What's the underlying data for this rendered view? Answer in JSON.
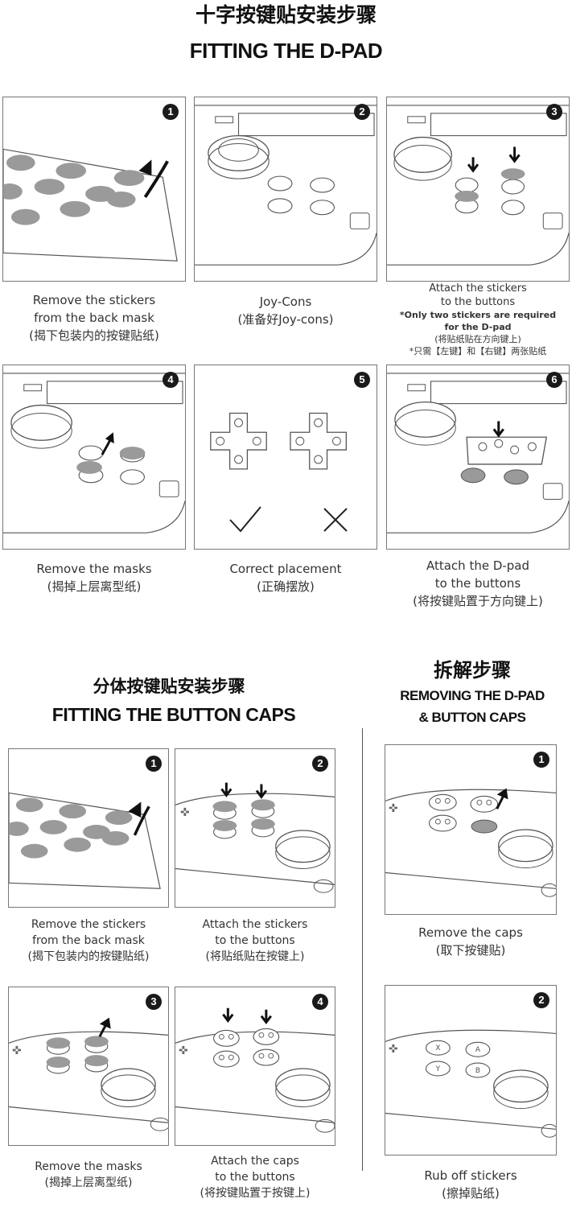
{
  "dpad_section": {
    "title_cn": "十字按键贴安装步骤",
    "title_en": "FITTING THE D-PAD",
    "steps": [
      {
        "num": "1",
        "lines": [
          "Remove the stickers",
          "from the back mask",
          "(揭下包装内的按键贴纸)"
        ]
      },
      {
        "num": "2",
        "lines": [
          "Joy-Cons",
          "(准备好Joy-cons)"
        ]
      },
      {
        "num": "3",
        "lines": [
          "Attach the stickers",
          "to the buttons"
        ],
        "note_bold": [
          "*Only two stickers are required",
          "for the D-pad"
        ],
        "note_cn": [
          "(将贴纸贴在方向键上)",
          "*只需【左键】和【右键】两张贴纸"
        ]
      },
      {
        "num": "4",
        "lines": [
          "Remove the masks",
          "(揭掉上层离型纸)"
        ]
      },
      {
        "num": "5",
        "lines": [
          "Correct placement",
          "(正确摆放)"
        ],
        "marks": [
          "check-icon",
          "cross-icon"
        ]
      },
      {
        "num": "6",
        "lines": [
          "Attach the D-pad",
          "to the buttons",
          "(将按键贴置于方向键上)"
        ]
      }
    ]
  },
  "caps_section": {
    "title_cn": "分体按键贴安装步骤",
    "title_en": "FITTING THE BUTTON CAPS",
    "steps": [
      {
        "num": "1",
        "lines": [
          "Remove the stickers",
          "from the back mask",
          "(揭下包装内的按键贴纸)"
        ]
      },
      {
        "num": "2",
        "lines": [
          "Attach the stickers",
          "to the buttons",
          "(将贴纸贴在按键上)"
        ]
      },
      {
        "num": "3",
        "lines": [
          "Remove the masks",
          "(揭掉上层离型纸)"
        ]
      },
      {
        "num": "4",
        "lines": [
          "Attach the caps",
          "to the buttons",
          "(将按键贴置于按键上)"
        ]
      }
    ]
  },
  "removing_section": {
    "title_cn": "拆解步骤",
    "title_en_1": "REMOVING THE D-PAD",
    "title_en_2": "& BUTTON CAPS",
    "steps": [
      {
        "num": "1",
        "lines": [
          "Remove the caps",
          "(取下按键贴)"
        ]
      },
      {
        "num": "2",
        "lines": [
          "Rub off stickers",
          "(擦掉贴纸)"
        ]
      }
    ]
  },
  "colors": {
    "sticker_gray": "#9a9a9a",
    "line": "#555555",
    "badge": "#1a1a1a"
  }
}
